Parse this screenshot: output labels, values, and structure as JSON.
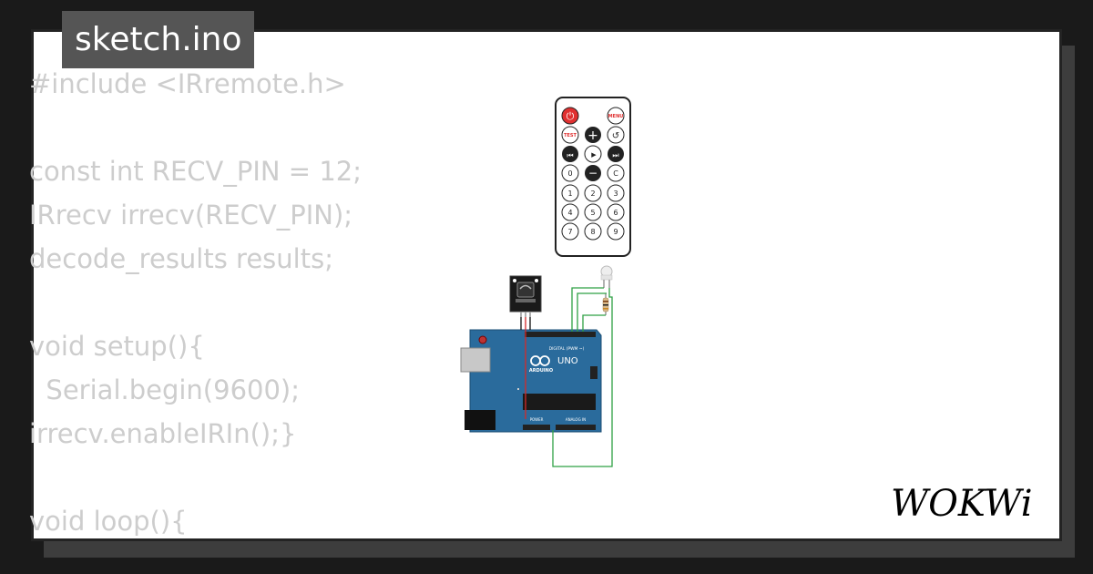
{
  "window": {
    "title": "sketch.ino"
  },
  "code_lines": [
    "#include <IRremote.h>",
    "",
    "const int RECV_PIN = 12;",
    "IRrecv irrecv(RECV_PIN);",
    "decode_results results;",
    "",
    "void setup(){",
    "  Serial.begin(9600);",
    "irrecv.enableIRIn();}",
    "",
    "void loop(){"
  ],
  "remote": {
    "power_label": "⏻",
    "menu_label": "MENU",
    "test_label": "TEST",
    "plus_label": "+",
    "back_label": "↺",
    "prev_label": "⏮",
    "play_label": "▶",
    "next_label": "⏭",
    "zero_label": "0",
    "minus_label": "−",
    "clear_label": "C",
    "digits": [
      "1",
      "2",
      "3",
      "4",
      "5",
      "6",
      "7",
      "8",
      "9"
    ]
  },
  "arduino": {
    "brand_label": "ARDUINO",
    "model_label": "UNO",
    "digital_label": "DIGITAL (PWM ~)",
    "power_label": "POWER",
    "analog_label": "ANALOG IN"
  },
  "logo": {
    "text": "WOKWi"
  },
  "colors": {
    "wire_green": "#2ea043",
    "wire_red": "#d62828",
    "wire_black": "#111111",
    "board_blue": "#2a6b9c"
  }
}
